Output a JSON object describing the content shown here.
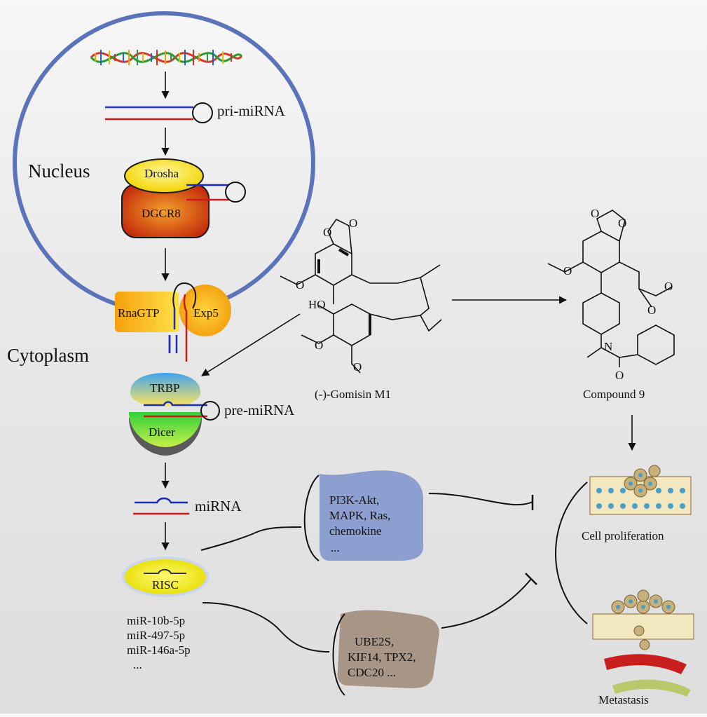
{
  "labels": {
    "nucleus": "Nucleus",
    "cytoplasm": "Cytoplasm",
    "pri_mirna": "pri-miRNA",
    "pre_mirna": "pre-miRNA",
    "mirna": "miRNA",
    "drosha": "Drosha",
    "dgcr8": "DGCR8",
    "rnagtp": "RnaGTP",
    "exp5": "Exp5",
    "trbp": "TRBP",
    "dicer": "Dicer",
    "risc": "RISC",
    "gomisin": "(-)-Gomisin M1",
    "compound9": "Compound 9",
    "cell_proliferation": "Cell proliferation",
    "metastasis": "Metastasis",
    "chem_ho": "HO",
    "chem_o": "O",
    "chem_n": "N"
  },
  "mirna_list": [
    "miR-10b-5p",
    "miR-497-5p",
    "miR-146a-5p",
    "..."
  ],
  "pathways_box": [
    "PI3K-Akt,",
    "MAPK, Ras,",
    "chemokine",
    "..."
  ],
  "genes_box": [
    "UBE2S,",
    "KIF14, TPX2,",
    "CDC20 ..."
  ],
  "colors": {
    "nucleus_ring": "#5b73b8",
    "rna_blue": "#1a2fb8",
    "rna_red": "#d01818",
    "pathways_fill": "#8d9fd0",
    "genes_fill": "#a89585"
  }
}
